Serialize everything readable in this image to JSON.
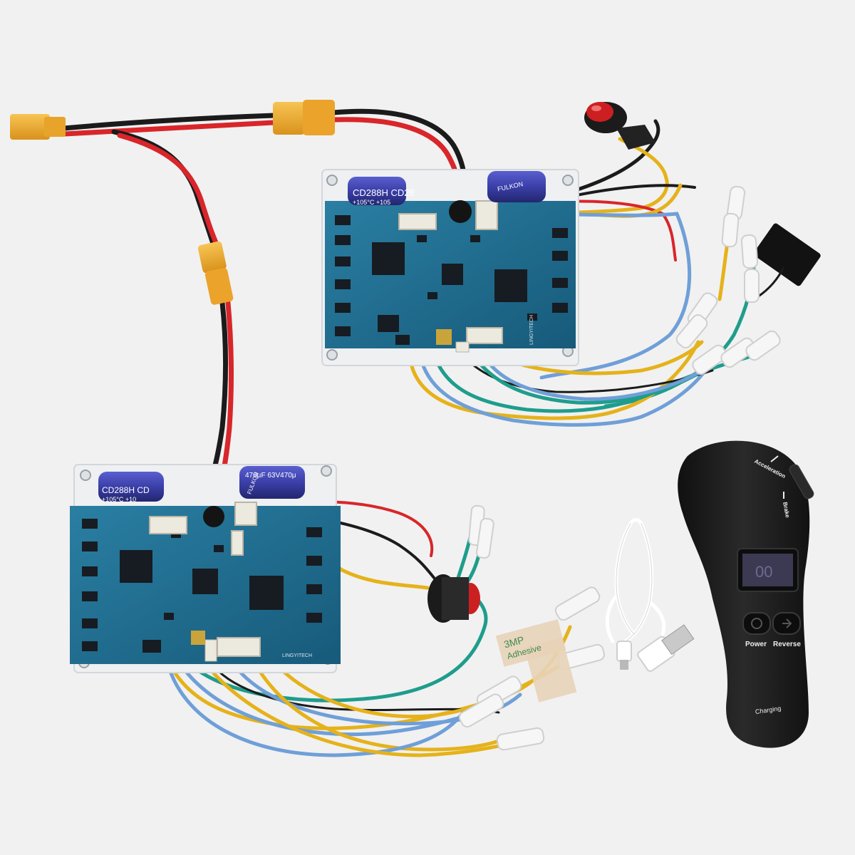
{
  "colors": {
    "background": "#f1f1f1",
    "pcb": "#1d6d8f",
    "pcb_dark": "#14506c",
    "wire_red": "#d8262a",
    "wire_black": "#1b1b1b",
    "wire_yellow": "#e5b21a",
    "wire_blue": "#6f9fd8",
    "wire_green": "#1f9d8c",
    "connector_yellow": "#f2b233",
    "capacitor": "#3b3fa8",
    "remote": "#1c1c1c"
  },
  "top_board": {
    "silkscreen": "LINGYITECH",
    "cap_left_text_1": "CD288H  CD28",
    "cap_left_text_2": "+105°C   +105",
    "cap_right_text": "FULKON"
  },
  "bottom_board": {
    "silkscreen": "LINGYITECH",
    "cap_left_text_1": "CD288H  CD",
    "cap_left_text_2": "+105°C   +10",
    "cap_right_text": "470μF 63V470μ",
    "cap_right_brand": "FULKON"
  },
  "tape": {
    "text_1": "3MP",
    "text_2": "Adhesive"
  },
  "remote": {
    "label_acceleration": "Acceleration",
    "label_brake": "Brake",
    "label_power": "Power",
    "label_reverse": "Reverse",
    "label_charging": "Charging",
    "display_value": "00"
  }
}
